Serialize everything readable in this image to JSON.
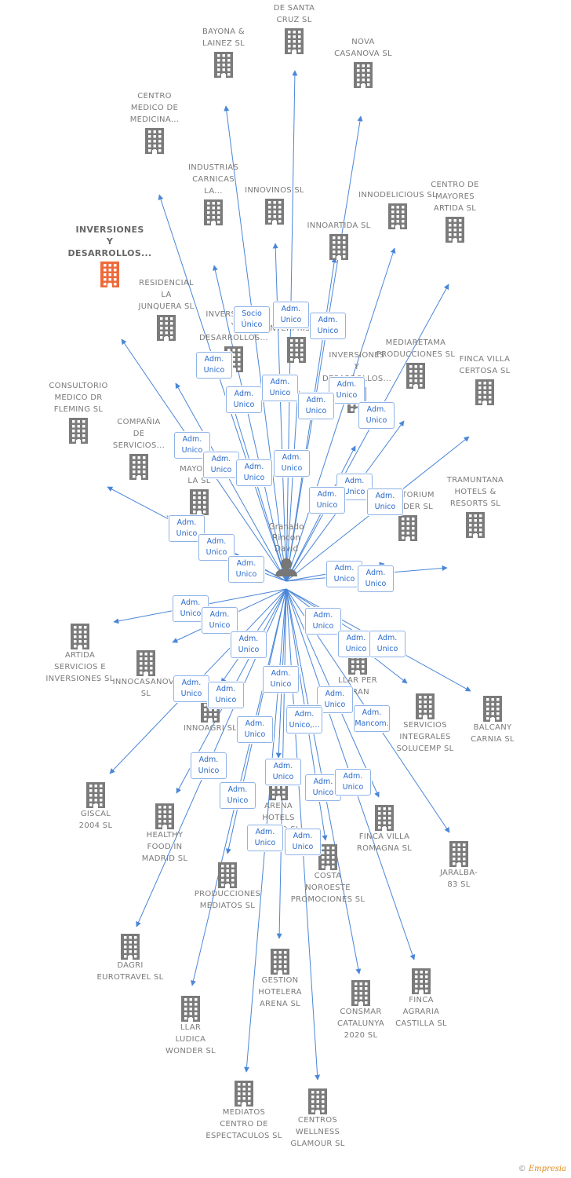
{
  "colors": {
    "edge": "#4a86d8",
    "building": "#7b7b7b",
    "building_highlight": "#ee6a3a",
    "badge_text": "#2a6acc"
  },
  "center": {
    "name": "Granado\nRincon\nDavid",
    "icon": "person-icon"
  },
  "companies": [
    {
      "id": "c1",
      "name": "AGRORETAMA\nDE SANTA\nCRUZ SL"
    },
    {
      "id": "c2",
      "name": "BAYONA &\nLAINEZ SL"
    },
    {
      "id": "c3",
      "name": "NOVA\nCASANOVA  SL"
    },
    {
      "id": "c4",
      "name": "CENTRO\nMEDICO DE\nMEDICINA..."
    },
    {
      "id": "c5",
      "name": "INDUSTRIAS\nCARNICAS\nLA..."
    },
    {
      "id": "c6",
      "name": "INNOVINOS SL"
    },
    {
      "id": "c7",
      "name": "INNODELICIOUS SL"
    },
    {
      "id": "c8",
      "name": "CENTRO DE\nMAYORES\nARTIDA SL"
    },
    {
      "id": "c9",
      "name": "INNOARTIDA SL"
    },
    {
      "id": "c10",
      "name": "INVERSIONES\nY\nDESARROLLOS...",
      "highlight": true
    },
    {
      "id": "c11",
      "name": "RESIDENCIAL\nLA\nJUNQUERA SL"
    },
    {
      "id": "c12",
      "name": "INVERSIONES\nY\nDESARROLLOS..."
    },
    {
      "id": "c13",
      "name": "CARLOW\nENTERPRISE SL"
    },
    {
      "id": "c14",
      "name": "MEDIARETAMA\nPRODUCCIONES SL"
    },
    {
      "id": "c15",
      "name": "FINCA VILLA\nCERTOSA SL"
    },
    {
      "id": "c16",
      "name": "INVERSIONES\nY\nDESARROLLOS..."
    },
    {
      "id": "c17",
      "name": "CONSULTORIO\nMEDICO DR\nFLEMING SL"
    },
    {
      "id": "c18",
      "name": "COMPAÑIA\nDE\nSERVICIOS..."
    },
    {
      "id": "c19",
      "name": "CENTRO DE\nMAYORES\nLA SL"
    },
    {
      "id": "c20",
      "name": "AUDITORIUM\nWONDER SL"
    },
    {
      "id": "c21",
      "name": "TRAMUNTANA\nHOTELS &\nRESORTS SL"
    },
    {
      "id": "c22",
      "name": "ARTIDA\nSERVICIOS E\nINVERSIONES SL"
    },
    {
      "id": "c23",
      "name": "INNOCASANOVA\nSL"
    },
    {
      "id": "c24",
      "name": "LLAR PER\nGRAN\n..."
    },
    {
      "id": "c25",
      "name": "SERVICIOS\nINTEGRALES\nSOLUCEMP SL"
    },
    {
      "id": "c26",
      "name": "BALCANY\nCARNIA SL"
    },
    {
      "id": "c27",
      "name": "INNOAGRI SL"
    },
    {
      "id": "c28",
      "name": "GISCAL\n2004 SL"
    },
    {
      "id": "c29",
      "name": "HEALTHY\nFOOD IN\nMADRID SL"
    },
    {
      "id": "c30",
      "name": "ARENA\nHOTELS\nWORLD SL"
    },
    {
      "id": "c31",
      "name": "FINCA VILLA\nROMAGNA SL"
    },
    {
      "id": "c32",
      "name": "JARALBA-\n83 SL"
    },
    {
      "id": "c33",
      "name": "COSTA\nNOROESTE\nPROMOCIONES SL"
    },
    {
      "id": "c34",
      "name": "PRODUCCIONES\nMEDIATOS SL"
    },
    {
      "id": "c35",
      "name": "DAGRI\nEUROTRAVEL SL"
    },
    {
      "id": "c36",
      "name": "GESTION\nHOTELERA\nARENA SL"
    },
    {
      "id": "c37",
      "name": "CONSMAR\nCATALUNYA\n2020 SL"
    },
    {
      "id": "c38",
      "name": "FINCA\nAGRARIA\nCASTILLA SL"
    },
    {
      "id": "c39",
      "name": "LLAR\nLUDICA\nWONDER SL"
    },
    {
      "id": "c40",
      "name": "MEDIATOS\nCENTRO DE\nESPECTACULOS SL"
    },
    {
      "id": "c41",
      "name": "CENTROS\nWELLNESS\nGLAMOUR SL"
    }
  ],
  "roles": [
    {
      "id": "b1",
      "text": "Socio\nÚnico"
    },
    {
      "id": "b2",
      "text": "Adm.\nUnico"
    },
    {
      "id": "b3",
      "text": "Adm.\nUnico"
    },
    {
      "id": "b4",
      "text": "Adm.\nUnico"
    },
    {
      "id": "b5",
      "text": "Adm.\nUnico"
    },
    {
      "id": "b6",
      "text": "Adm.\nUnico"
    },
    {
      "id": "b7",
      "text": "Adm.\nUnico"
    },
    {
      "id": "b8",
      "text": "Adm.\nUnico"
    },
    {
      "id": "b9",
      "text": "Adm.\nUnico"
    },
    {
      "id": "b10",
      "text": "Adm.\nUnico"
    },
    {
      "id": "b11",
      "text": "Adm.\nUnico"
    },
    {
      "id": "b12",
      "text": "Adm.\nUnico"
    },
    {
      "id": "b13",
      "text": "Adm.\nUnico"
    },
    {
      "id": "b14",
      "text": "Adm.\nUnico"
    },
    {
      "id": "b15",
      "text": "Adm.\nUnico"
    },
    {
      "id": "b16",
      "text": "Adm.\nUnico"
    },
    {
      "id": "b17",
      "text": "Adm.\nUnico"
    },
    {
      "id": "b18",
      "text": "Adm.\nUnico"
    },
    {
      "id": "b19",
      "text": "Adm.\nUnico"
    },
    {
      "id": "b20",
      "text": "Adm.\nUnico"
    },
    {
      "id": "b21",
      "text": "Adm.\nUnico"
    },
    {
      "id": "b22",
      "text": "Adm.\nUnico"
    },
    {
      "id": "b23",
      "text": "Adm.\nUnico"
    },
    {
      "id": "b24",
      "text": "Adm.\nUnico"
    },
    {
      "id": "b25",
      "text": "Adm.\nUnico"
    },
    {
      "id": "b26",
      "text": "Adm.\nUnico"
    },
    {
      "id": "b27",
      "text": "Adm.\nUnico"
    },
    {
      "id": "b28",
      "text": "Adm.\nUnico"
    },
    {
      "id": "b29",
      "text": "Adm.\nUnico"
    },
    {
      "id": "b30",
      "text": "Adm.\nUnico"
    },
    {
      "id": "b31",
      "text": "Adm.\nUnico"
    },
    {
      "id": "b32",
      "text": "Adm.\nUnico"
    },
    {
      "id": "b33",
      "text": "Adm.\nUnico"
    },
    {
      "id": "b34",
      "text": "Adm.\nUnico,..."
    },
    {
      "id": "b35",
      "text": "Adm.\nMancom."
    },
    {
      "id": "b36",
      "text": "Adm.\nUnico"
    },
    {
      "id": "b37",
      "text": "Adm.\nUnico"
    },
    {
      "id": "b38",
      "text": "Adm.\nUnico"
    },
    {
      "id": "b39",
      "text": "Adm.\nUnico"
    },
    {
      "id": "b40",
      "text": "Adm.\nUnico"
    },
    {
      "id": "b41",
      "text": "Adm.\nUnico"
    },
    {
      "id": "b42",
      "text": "Adm.\nUnico"
    }
  ],
  "footer": {
    "copyright": "©",
    "brand": "Empresia"
  }
}
